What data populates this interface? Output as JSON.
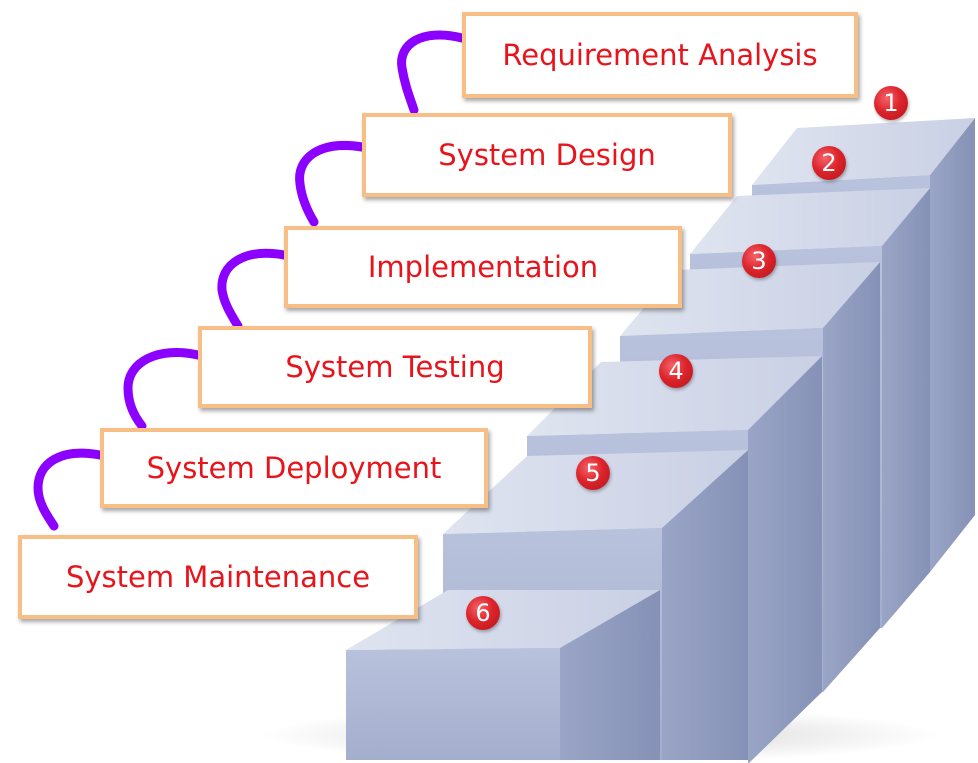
{
  "diagram": {
    "steps": [
      {
        "number": "1",
        "label": "Requirement Analysis"
      },
      {
        "number": "2",
        "label": "System Design"
      },
      {
        "number": "3",
        "label": "Implementation"
      },
      {
        "number": "4",
        "label": "System Testing"
      },
      {
        "number": "5",
        "label": "System Deployment"
      },
      {
        "number": "6",
        "label": "System Maintenance"
      }
    ]
  },
  "colors": {
    "label_text": "#e8141b",
    "box_border": "#f7be86",
    "connector": "#8b00ff",
    "badge": "#dd242c",
    "stair_top": "#cdd5e8",
    "stair_front": "#aab4d2",
    "stair_side": "#8e99bb"
  }
}
